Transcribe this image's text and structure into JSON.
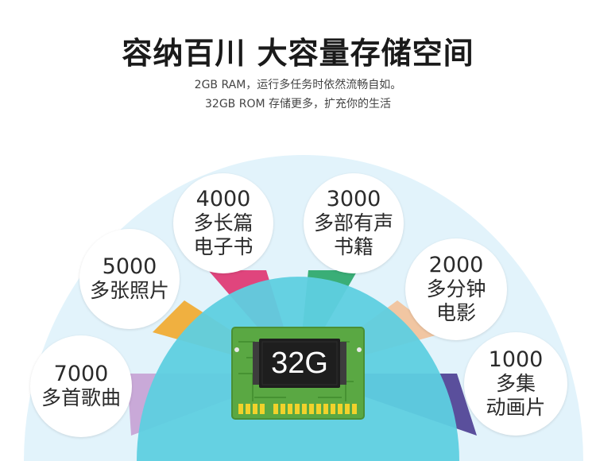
{
  "header": {
    "title": "容纳百川 大容量存储空间",
    "line1": "2GB RAM，运行多任务时依然流畅自如。",
    "line2": "32GB ROM 存储更多，扩充你的生活"
  },
  "chip": {
    "label": "32G"
  },
  "bubbles": [
    {
      "number": "7000",
      "line1": "多首歌曲",
      "line2": "",
      "color": "#c9a9d8"
    },
    {
      "number": "5000",
      "line1": "多张照片",
      "line2": "",
      "color": "#f0b040"
    },
    {
      "number": "4000",
      "line1": "多长篇",
      "line2": "电子书",
      "color": "#e0457d"
    },
    {
      "number": "3000",
      "line1": "多部有声",
      "line2": "书籍",
      "color": "#3aae77"
    },
    {
      "number": "2000",
      "line1": "多分钟",
      "line2": "电影",
      "color": "#f1c6a2"
    },
    {
      "number": "1000",
      "line1": "多集",
      "line2": "动画片",
      "color": "#5a4f9c"
    }
  ],
  "colors": {
    "outer_arc": "#e2f3fb",
    "inner_arc": "#5ecfe0",
    "chip_board": "#5aa843",
    "chip_die": "#1e1e1e",
    "gold_pin": "#f1d22b"
  }
}
